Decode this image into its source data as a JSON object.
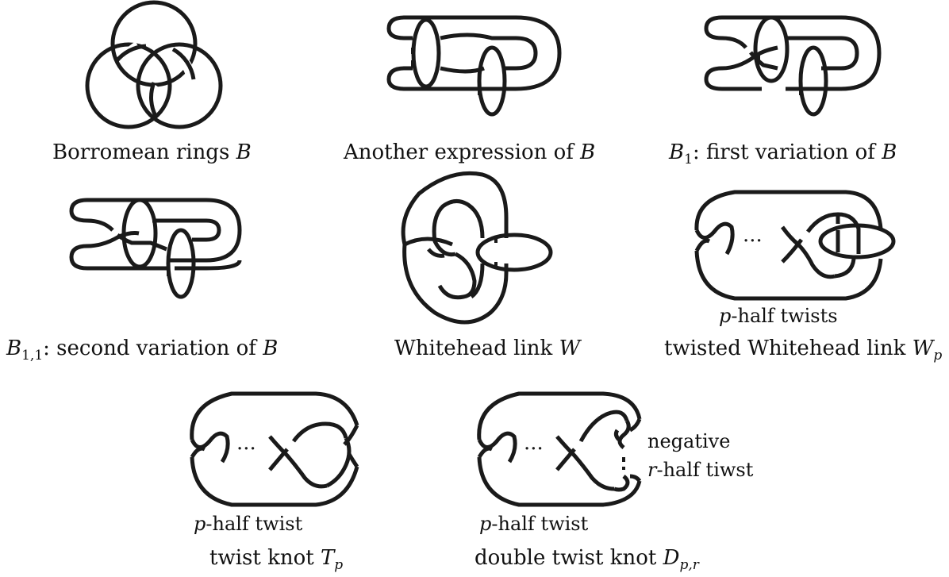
{
  "diagrams": [
    {
      "id": "borromean",
      "caption_prefix": "Borromean rings ",
      "caption_math": "B"
    },
    {
      "id": "another",
      "caption_prefix": "Another expression of ",
      "caption_math": "B"
    },
    {
      "id": "b1",
      "caption_math": "B",
      "caption_sub": "1",
      "caption_suffix": ": first variation of ",
      "caption_math2": "B"
    },
    {
      "id": "b11",
      "caption_math": "B",
      "caption_sub": "1,1",
      "caption_suffix": ": second variation of ",
      "caption_math2": "B"
    },
    {
      "id": "whitehead",
      "caption_prefix": "Whitehead link ",
      "caption_math": "W"
    },
    {
      "id": "twisted_whitehead",
      "caption_prefix": "twisted Whitehead link ",
      "caption_math": "W",
      "caption_sub": "p",
      "annotation_math": "p",
      "annotation_text": "-half twists"
    },
    {
      "id": "twist_knot",
      "caption_prefix": "twist knot ",
      "caption_math": "T",
      "caption_sub": "p",
      "annotation_math": "p",
      "annotation_text": "-half twist"
    },
    {
      "id": "double_twist_knot",
      "caption_prefix": "double twist knot ",
      "caption_math": "D",
      "caption_sub": "p,r",
      "annotation_math": "p",
      "annotation_text": "-half twist",
      "side_label_line1": "negative",
      "side_label_math": "r",
      "side_label_line2": "-half tiwst"
    }
  ],
  "ellipsis": "···"
}
